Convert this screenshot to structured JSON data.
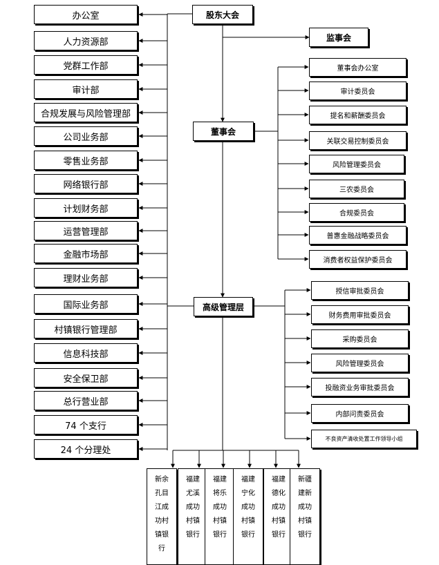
{
  "core": {
    "shareholders": "股东大会",
    "supervisors": "监事会",
    "board": "董事会",
    "management": "高级管理层"
  },
  "departments": [
    "办公室",
    "人力资源部",
    "党群工作部",
    "审计部",
    "合规发展与风险管理部",
    "公司业务部",
    "零售业务部",
    "网络银行部",
    "计划财务部",
    "运营管理部",
    "金融市场部",
    "理财业务部",
    "国际业务部",
    "村镇银行管理部",
    "信息科技部",
    "安全保卫部",
    "总行营业部",
    "74 个支行",
    "24 个分理处"
  ],
  "board_committees": [
    "董事会办公室",
    "审计委员会",
    "提名和薪酬委员会",
    "关联交易控制委员会",
    "风险管理委员会",
    "三农委员会",
    "合规委员会",
    "普惠金融战略委员会",
    "消费者权益保护委员会"
  ],
  "management_committees": [
    "授信审批委员会",
    "财务费用审批委员会",
    "采购委员会",
    "风险管理委员会",
    "投融资业务审批委员会",
    "内部问责委员会",
    "不良资产清收处置工作领导小组"
  ],
  "village_banks": [
    [
      "新",
      "余",
      "孔",
      "目",
      "江",
      "成",
      "功",
      "村",
      "镇",
      "银",
      "行"
    ],
    [
      "福",
      "建",
      "尤",
      "溪",
      "成",
      "功",
      "村",
      "镇",
      "银",
      "行"
    ],
    [
      "福",
      "建",
      "将",
      "乐",
      "成",
      "功",
      "村",
      "镇",
      "银",
      "行"
    ],
    [
      "福",
      "建",
      "宁",
      "化",
      "成",
      "功",
      "村",
      "镇",
      "银",
      "行"
    ],
    [
      "福",
      "建",
      "德",
      "化",
      "成",
      "功",
      "村",
      "镇",
      "银",
      "行"
    ],
    [
      "新",
      "疆",
      "建",
      "新",
      "成",
      "功",
      "村",
      "镇",
      "银",
      "行"
    ]
  ],
  "colors": {
    "line": "#000000",
    "box_bg": "#ffffff"
  }
}
